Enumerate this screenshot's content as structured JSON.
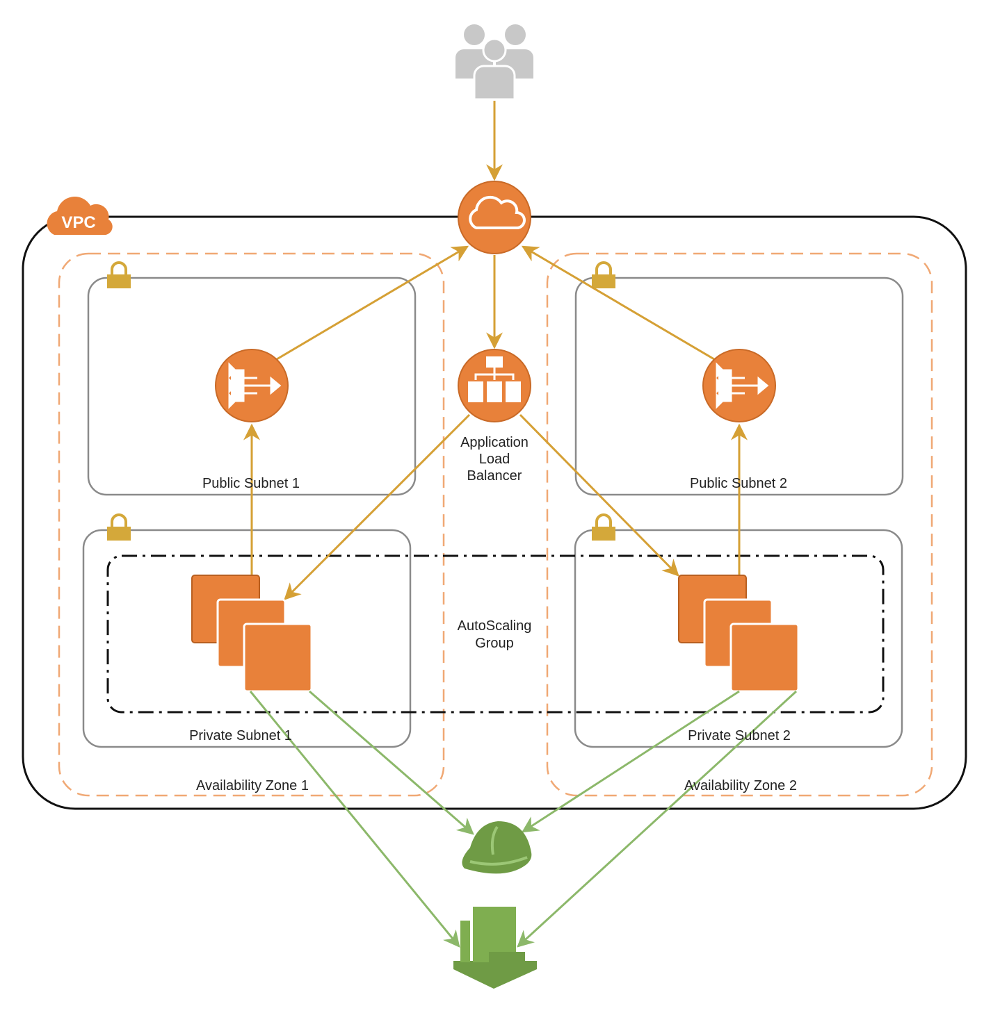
{
  "vpc": {
    "badge": "VPC"
  },
  "zones": [
    {
      "label": "Availability Zone 1"
    },
    {
      "label": "Availability Zone 2"
    }
  ],
  "subnets": {
    "public_1": "Public Subnet 1",
    "public_2": "Public Subnet 2",
    "private_1": "Private Subnet 1",
    "private_2": "Private Subnet 2"
  },
  "alb": {
    "lines": [
      "Application",
      "Load",
      "Balancer"
    ]
  },
  "asg": {
    "lines": [
      "AutoScaling",
      "Group"
    ]
  },
  "icons": {
    "users": "users-icon",
    "gateway": "internet-gateway-cloud-icon",
    "nat": "nat-gateway-icon",
    "alb": "load-balancer-icon",
    "instances": "ec2-instances-icon",
    "helmet": "hard-hat-icon",
    "cloudwatch": "cloudwatch-icon",
    "lock": "lock-icon"
  },
  "colors": {
    "orange": "#e8813a",
    "gold_arrow": "#d5a035",
    "green_arrow": "#8cb86a",
    "green_icon": "#6f9b45",
    "lock": "#d4a83a",
    "vpc_border": "#111111",
    "az_border": "#f0a874",
    "subnet_border": "#8a8a8a"
  }
}
